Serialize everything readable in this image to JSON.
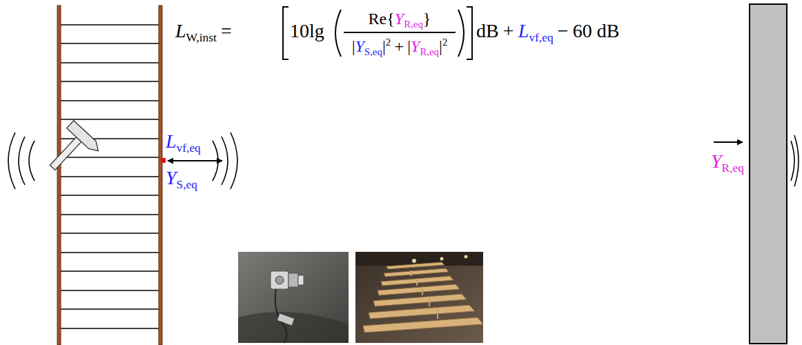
{
  "diagram": {
    "labels": [
      "L",
      "W,inst",
      "=",
      "10lg",
      "Re{",
      "Y",
      "R,eq",
      "}",
      "|",
      "Y",
      "S,eq",
      "|",
      "2",
      "+",
      "|",
      "Y",
      "R,eq",
      "|",
      "2",
      "dB",
      "+",
      "L",
      "vf,eq",
      "−",
      "60 dB",
      "L",
      "vf,eq",
      "Y",
      "S,eq",
      "Y",
      "R,eq"
    ]
  }
}
